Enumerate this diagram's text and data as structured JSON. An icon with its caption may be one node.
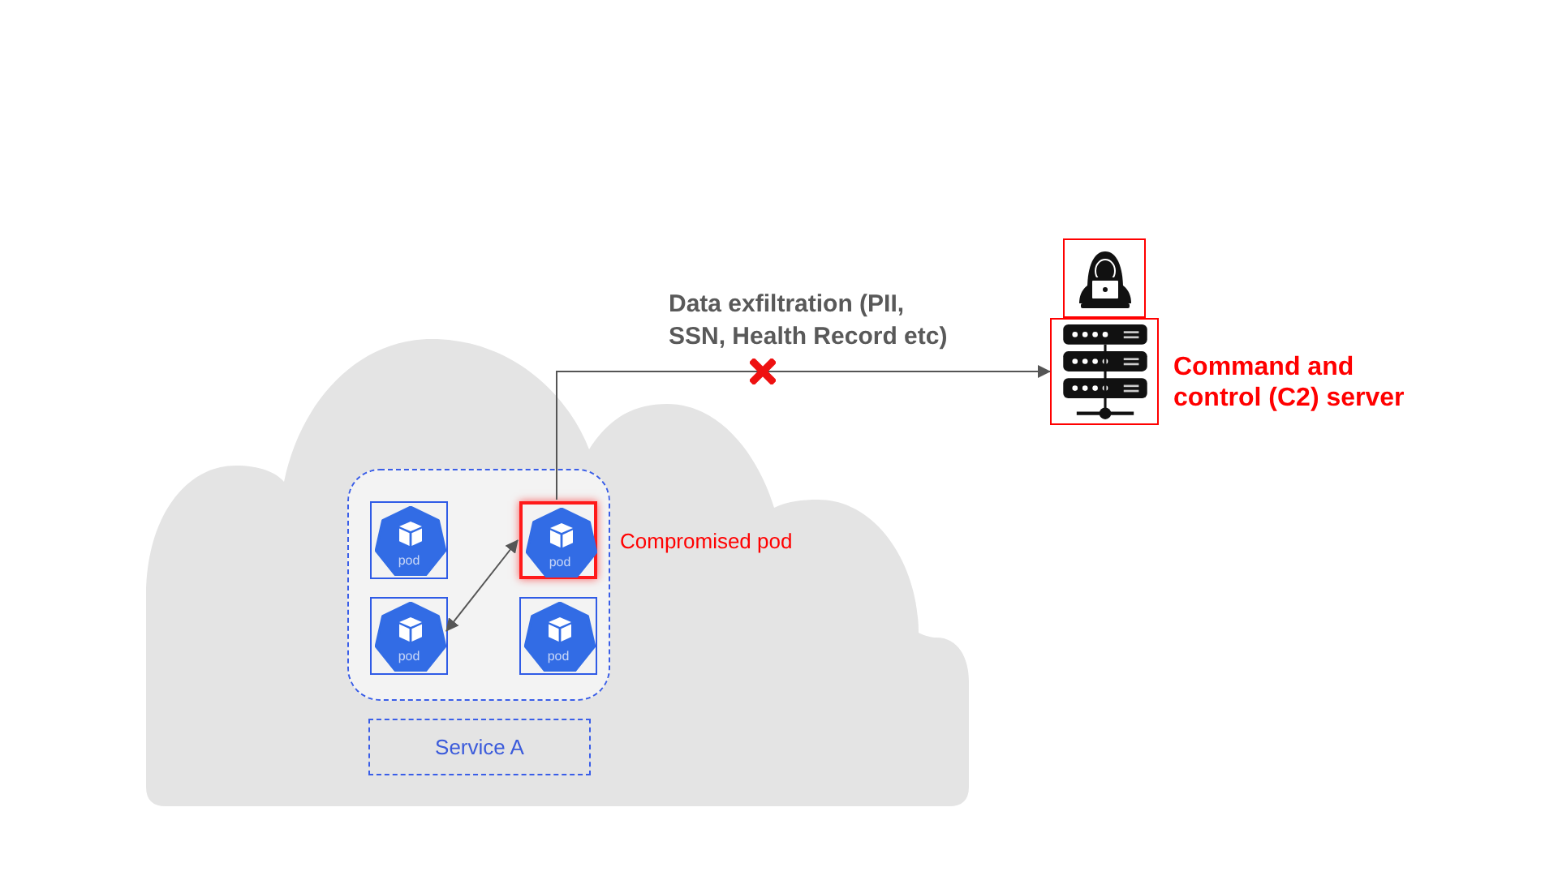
{
  "diagram": {
    "nodes": [
      {
        "text": [],
        "shape": "cloud"
      },
      {
        "text": [],
        "shape": "box",
        "in": 0
      },
      {
        "text": [
          "pod"
        ],
        "in": 1
      },
      {
        "text": [
          "pod"
        ],
        "in": 1,
        "beside": [
          "Compromised pod"
        ]
      },
      {
        "text": [
          "pod"
        ],
        "in": 1
      },
      {
        "text": [
          "pod"
        ],
        "in": 1
      },
      {
        "text": [
          "Service A"
        ],
        "in": 0
      },
      {
        "text": [],
        "shape": "person"
      },
      {
        "text": [],
        "shape": "server",
        "beside": [
          "Command and control (C2) server"
        ]
      }
    ],
    "edges": [
      {
        "from": 3,
        "to": 8,
        "arrow": "to",
        "label": "Data exfiltration (PII, SSN, Health Record etc)"
      },
      {
        "from": 3,
        "to": 4,
        "arrow": "both"
      }
    ]
  }
}
